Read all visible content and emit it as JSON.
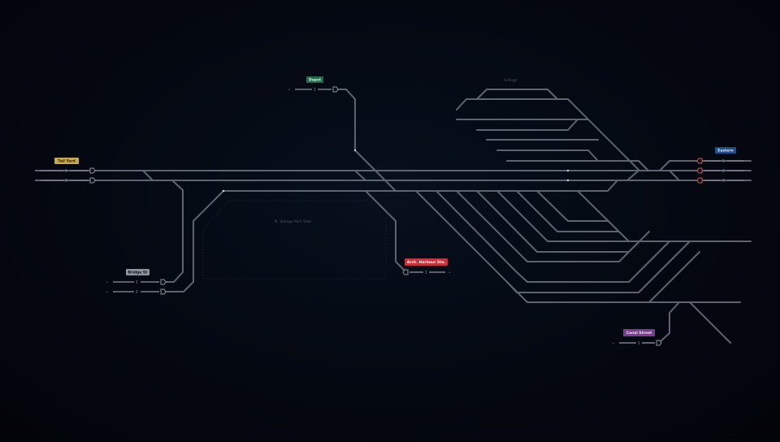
{
  "stations": {
    "tail_yellow": {
      "label": "Tail Yard",
      "color": "#c9a74f",
      "text_color": "#2a2108"
    },
    "green": {
      "label": "Depot",
      "color": "#1f6b4a",
      "text_color": "#d9f2e4"
    },
    "blue": {
      "label": "Eastern",
      "color": "#1d4f8a",
      "text_color": "#d8e6f7"
    },
    "gray": {
      "label": "Bridge St",
      "color": "#8d939c",
      "text_color": "#111418"
    },
    "red": {
      "label": "Arch. Harbour Stn.",
      "color": "#c2333b",
      "text_color": "#ffffff"
    },
    "purple": {
      "label": "Canal Street",
      "color": "#7b3d8e",
      "text_color": "#f1e2f6"
    }
  },
  "areas": {
    "top_yard": "Sidings",
    "depot": "N. Sidings Park Side"
  },
  "platforms": {
    "west_1": "1",
    "west_2": "2",
    "north_1": "1",
    "east_1": "1",
    "east_2": "2",
    "east_3": "3",
    "sw_1": "1",
    "sw_2": "2",
    "south_1": "1",
    "se_1": "1"
  },
  "arrows": {
    "left": "⇠",
    "right": "⇢"
  }
}
